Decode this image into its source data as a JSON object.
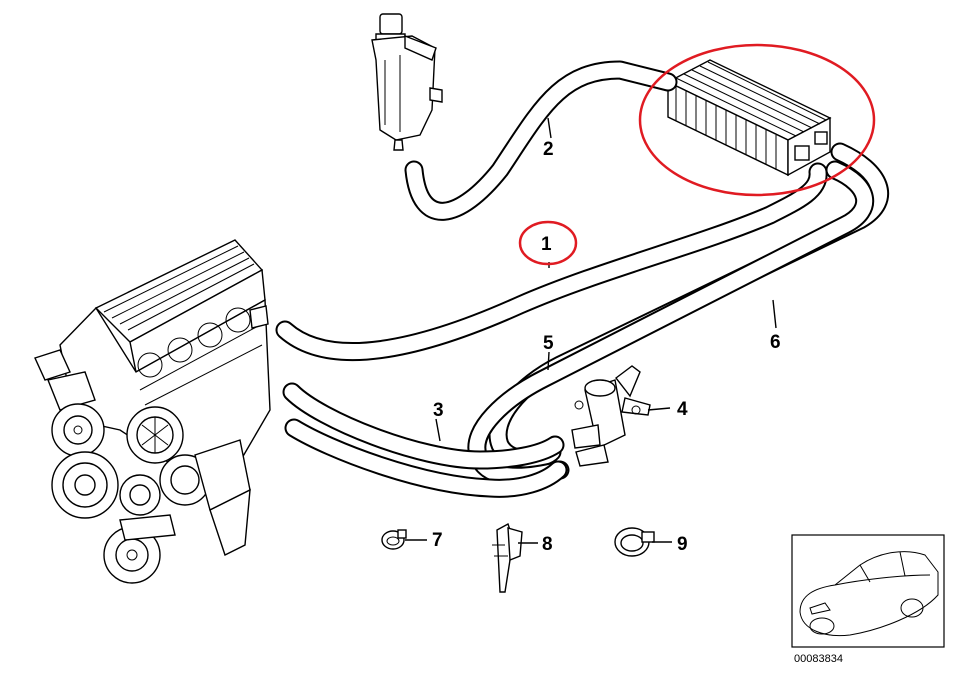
{
  "parts": [
    {
      "number": "1"
    },
    {
      "number": "2"
    },
    {
      "number": "3"
    },
    {
      "number": "4"
    },
    {
      "number": "5"
    },
    {
      "number": "6"
    },
    {
      "number": "7"
    },
    {
      "number": "8"
    },
    {
      "number": "9"
    }
  ],
  "highlight_color": "#e01b22",
  "highlighted_part": "1",
  "reference_number": "00083834"
}
